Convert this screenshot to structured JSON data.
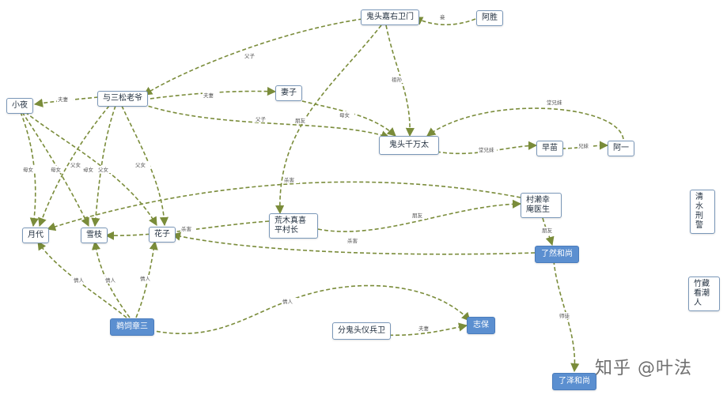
{
  "nodes": {
    "guitou_youwei": "鬼头嘉右卫门",
    "asheng": "阿胜",
    "xiaoye": "小夜",
    "yosan": "与三松老爷",
    "qizi": "妻子",
    "qianwantai": "鬼头千万太",
    "zaomiao": "早苗",
    "ayi": "阿一",
    "yuedai": "月代",
    "xuezhi": "雪枝",
    "huazi": "花子",
    "huangmu": "荒木真喜平村长",
    "cunlai": "村濑幸庵医生",
    "liaoran": "了然和尚",
    "qingshui": "清水刑警",
    "zhuzang": "竹藏看潮人",
    "ukai": "鹈饲章三",
    "fenguitou": "分鬼头仪兵卫",
    "zhibao": "志保",
    "liaoze": "了泽和尚"
  },
  "edge_labels": {
    "mu": "母女",
    "fuzi": "父子",
    "fuqi": "夫妻",
    "zusun": "祖孙",
    "tangxiongmei": "堂兄妹",
    "xiongmei": "兄妹",
    "fu_nv": "父女",
    "pengyou": "朋友",
    "shahai": "杀害",
    "qingren": "情人",
    "shitu": "师徒",
    "qie": "妾"
  },
  "watermark": "知乎 @叶法",
  "colors": {
    "edge": "#7a8c3a",
    "node_border": "#7a97b8",
    "node_blue": "#5b8fd0"
  }
}
